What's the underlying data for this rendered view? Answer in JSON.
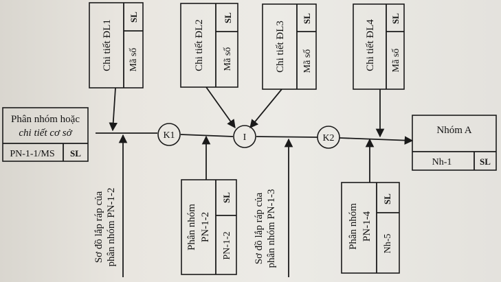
{
  "diagram": {
    "detail_1": {
      "title": "Chi tiết ĐL1",
      "code": "Mã số",
      "qty": "SL"
    },
    "detail_2": {
      "title": "Chi tiết ĐL2",
      "code": "Mã số",
      "qty": "SL"
    },
    "detail_3": {
      "title": "Chi tiết ĐL3",
      "code": "Mã số",
      "qty": "SL"
    },
    "detail_4": {
      "title": "Chi tiết ĐL4",
      "code": "Mã số",
      "qty": "SL"
    },
    "base": {
      "line1": "Phân nhóm hoặc",
      "line2": "chi tiết cơ sở",
      "code": "PN-1-1/MS",
      "qty": "SL"
    },
    "group_a": {
      "title": "Nhóm A",
      "code": "Nh-1",
      "qty": "SL"
    },
    "subgroup_12": {
      "line1": "Phân nhóm",
      "line2": "PN-1-2",
      "code": "PN-1-2",
      "qty": "SL"
    },
    "subgroup_14": {
      "line1": "Phân nhóm",
      "line2": "PN-1-4",
      "code": "Nh-5",
      "qty": "SL"
    },
    "nodes": {
      "k1": "K1",
      "one": "I",
      "k2": "K2"
    },
    "note_12": {
      "line1": "Sơ đồ lắp ráp của",
      "line2": "phân nhóm PN-1-2"
    },
    "note_13": {
      "line1": "Sơ đồ lắp ráp của",
      "line2": "phân nhóm PN-1-3"
    }
  }
}
